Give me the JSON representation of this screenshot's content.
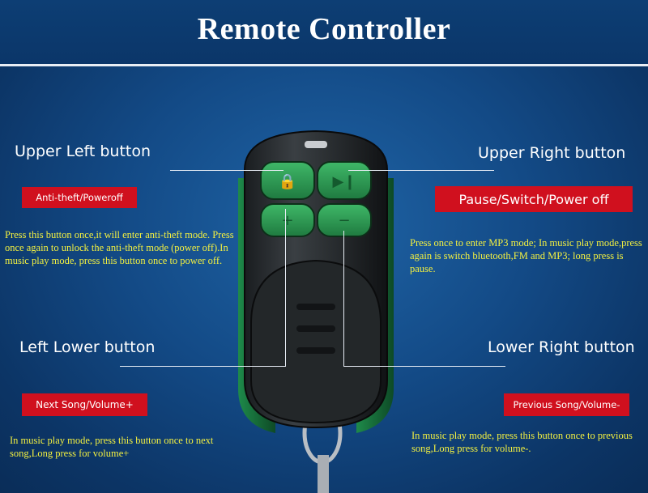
{
  "header": {
    "title": "Remote Controller"
  },
  "upper_left": {
    "label": "Upper Left button",
    "badge": "Anti-theft/Poweroff",
    "description": "Press this button once,it will enter anti-theft mode. Press once again to unlock the anti-theft mode (power off).In music play mode, press this button once to power off."
  },
  "upper_right": {
    "label": "Upper Right button",
    "badge": "Pause/Switch/Power off",
    "description": "Press once to enter MP3 mode;  In music play mode,press again is switch bluetooth,FM and MP3; long press is pause."
  },
  "left_lower": {
    "label": "Left Lower button",
    "badge": "Next Song/Volume+",
    "description": "In music play mode, press this button once to next song,Long press for volume+"
  },
  "lower_right": {
    "label": "Lower Right button",
    "badge": "Previous Song/Volume-",
    "description": "In music play mode, press this button once to previous song,Long press for volume-."
  },
  "colors": {
    "badge_red": "#d0101e",
    "description_yellow": "#f3f040",
    "button_green": "#2f9a55"
  },
  "icons": [
    "lock-icon",
    "play-pause-icon",
    "plus-icon",
    "minus-icon"
  ]
}
